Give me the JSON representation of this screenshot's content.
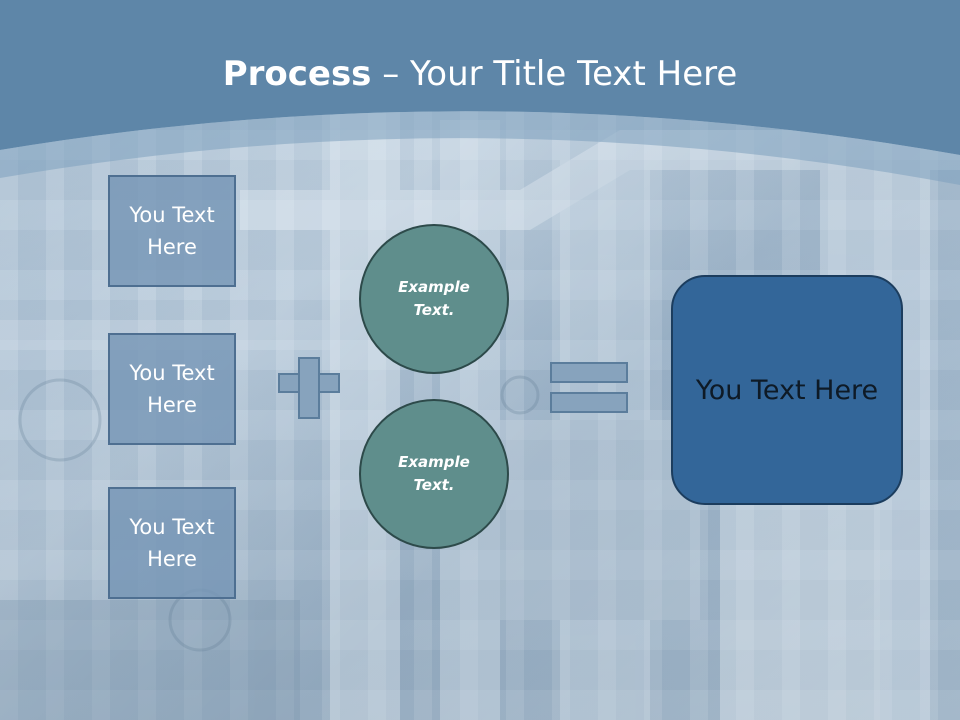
{
  "slide": {
    "title_bold": "Process",
    "title_rest": " – Your Title Text Here",
    "left_boxes": [
      {
        "label": "You Text Here"
      },
      {
        "label": "You Text Here"
      },
      {
        "label": "You Text Here"
      }
    ],
    "circles": [
      {
        "label": "Example Text."
      },
      {
        "label": "Example Text."
      }
    ],
    "result": {
      "label": "You Text Here"
    },
    "colors": {
      "header_band": "#5e86a8",
      "box_fill": "#7696b6",
      "circle_fill": "#5f8e8c",
      "result_fill": "#336699",
      "operator_fill": "#87a3bd"
    },
    "icons": {
      "operator_1": "plus-icon",
      "operator_2": "equals-icon"
    }
  }
}
